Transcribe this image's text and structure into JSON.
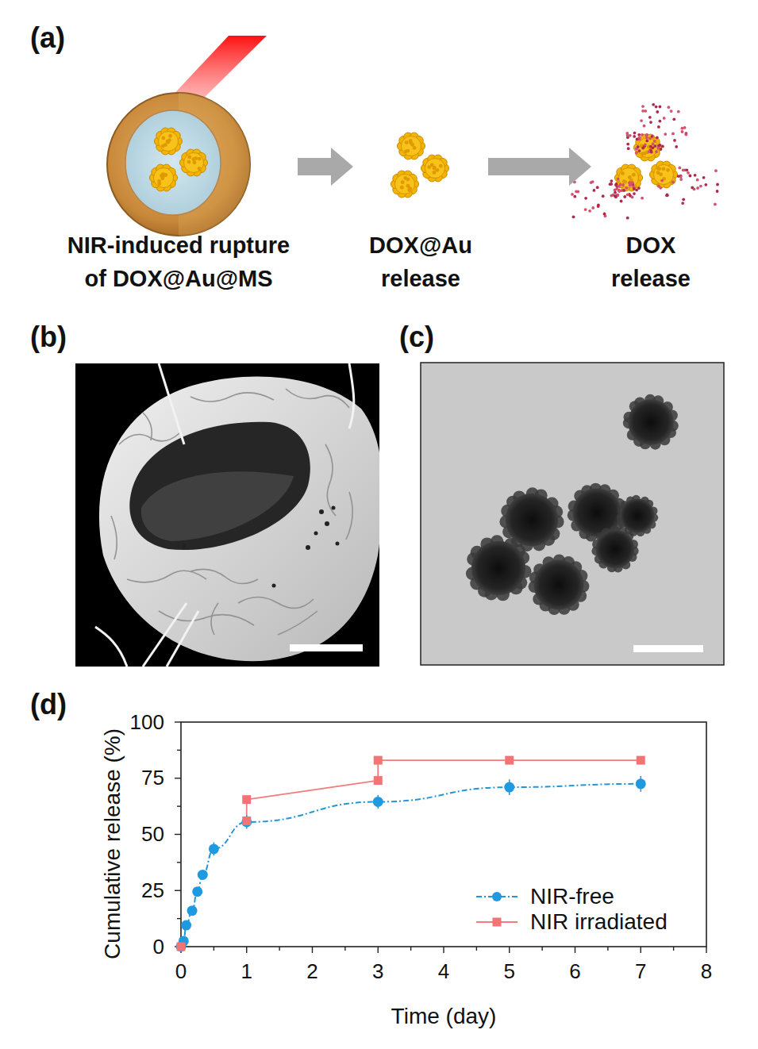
{
  "diagram": {
    "nodes": [
      {
        "text": [
          "NIR-induced rupture of DOX@Au@MS"
        ]
      },
      {
        "text": [
          "DOX@Au release"
        ]
      },
      {
        "text": [
          "DOX release"
        ]
      }
    ],
    "edges": [
      {
        "from": 0,
        "to": 1,
        "arrow": "to"
      },
      {
        "from": 1,
        "to": 2,
        "arrow": "to"
      }
    ],
    "labels": [
      "(a)",
      "(b)",
      "(c)",
      "(d)",
      "100",
      "75",
      "50",
      "25",
      "0",
      "0",
      "1",
      "2",
      "3",
      "4",
      "5",
      "6",
      "7",
      "8",
      "Cumulative release (%)",
      "Time (day)"
    ],
    "legend": [
      {
        "text": "NIR-free"
      },
      {
        "text": "NIR irradiated"
      }
    ]
  }
}
